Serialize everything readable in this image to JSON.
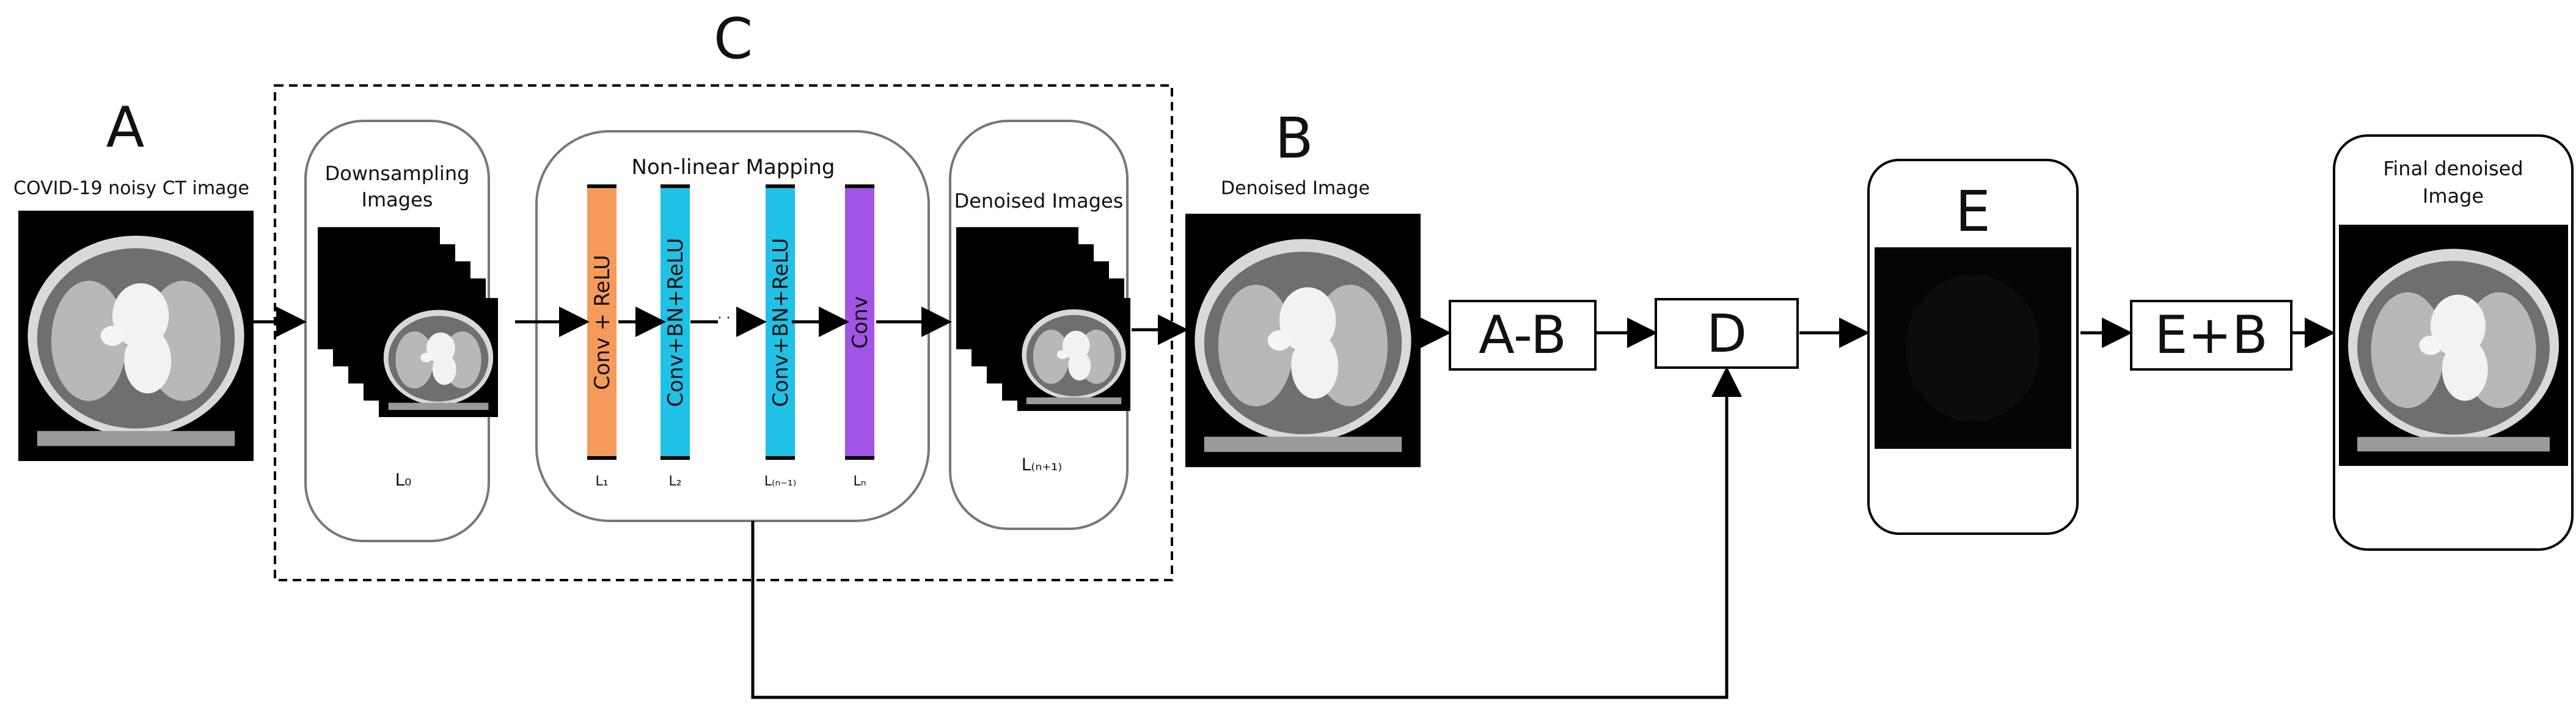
{
  "labels": {
    "A": "A",
    "B": "B",
    "C": "C",
    "E": "E"
  },
  "captions": {
    "noisy_input": "COVID-19 noisy CT image",
    "denoised_image": "Denoised Image",
    "downsampling_line1": "Downsampling",
    "downsampling_line2": "Images",
    "nonlinear_mapping": "Non-linear Mapping",
    "denoised_images": "Denoised Images",
    "final_line1": "Final denoised",
    "final_line2": "Image"
  },
  "layers": [
    {
      "label": "Conv + ReLU",
      "color": "#F59A5B",
      "sub": "L₁"
    },
    {
      "label": "Conv+BN+ReLU",
      "color": "#1FC2E6",
      "sub": "L₂"
    },
    {
      "label": "Conv+BN+ReLU",
      "color": "#1FC2E6",
      "sub": "L₍ₙ₋₁₎"
    },
    {
      "label": "Conv",
      "color": "#A154E6",
      "sub": "Lₙ"
    }
  ],
  "stack_labels": {
    "downsampling": "L₀",
    "denoised": "L₍ₙ₊₁₎"
  },
  "operations": {
    "subtract": "A-B",
    "D": "D",
    "add": "E+B"
  },
  "ellipsis": "· · ·"
}
